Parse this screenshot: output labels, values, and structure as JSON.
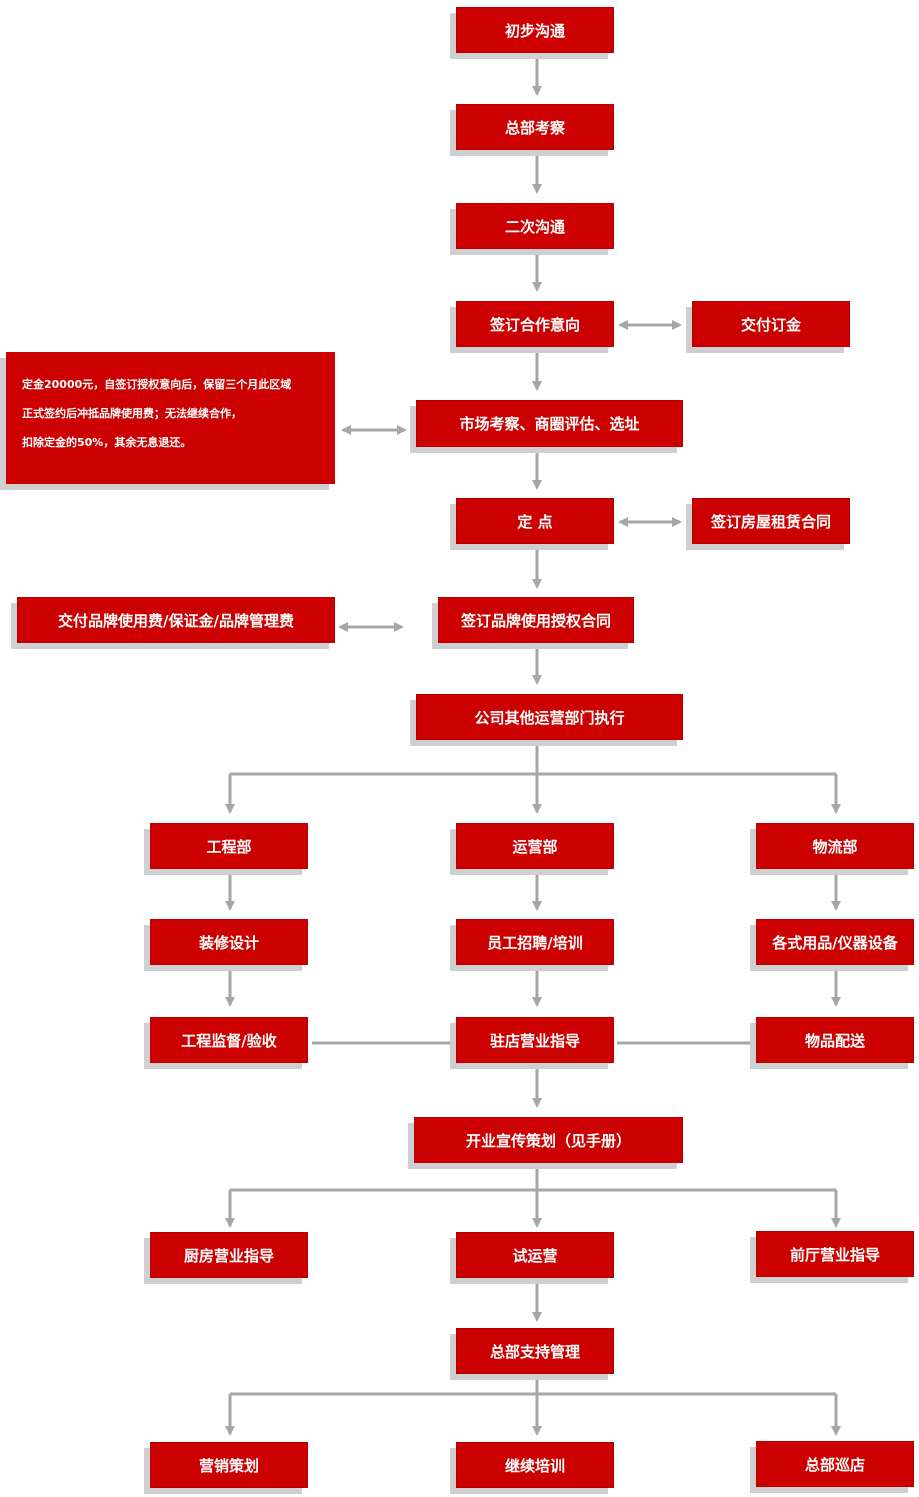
{
  "steps": {
    "s1": "初步沟通",
    "s2": "总部考察",
    "s3": "二次沟通",
    "s4": "签订合作意向",
    "s4_side": "交付订金",
    "s5": "市场考察、商圈评估、选址",
    "s6": "定 点",
    "s6_side": "签订房屋租赁合同",
    "s7": "签订品牌使用授权合同",
    "s7_side": "交付品牌使用费/保证金/品牌管理费",
    "s8": "公司其他运营部门执行",
    "eng": "工程部",
    "ops": "运营部",
    "log": "物流部",
    "eng2": "装修设计",
    "ops2": "员工招聘/培训",
    "log2": "各式用品/仪器设备",
    "eng3": "工程监督/验收",
    "ops3": "驻店营业指导",
    "log3": "物品配送",
    "s9": "开业宣传策划（见手册）",
    "kitchen": "厨房营业指导",
    "trial": "试运营",
    "front": "前厅营业指导",
    "s10": "总部支持管理",
    "marketing": "营销策划",
    "training": "继续培训",
    "patrol": "总部巡店"
  },
  "deposit_note": [
    "定金20000元，自签订授权意向后，保留三个月此区域",
    "正式签约后冲抵品牌使用费；无法继续合作，",
    "扣除定金的50%，其余无息退还。"
  ],
  "colors": {
    "box": "#cc0000",
    "shadow": "#cfcfcf",
    "line": "#a6a6a6",
    "text": "#ffffff"
  }
}
